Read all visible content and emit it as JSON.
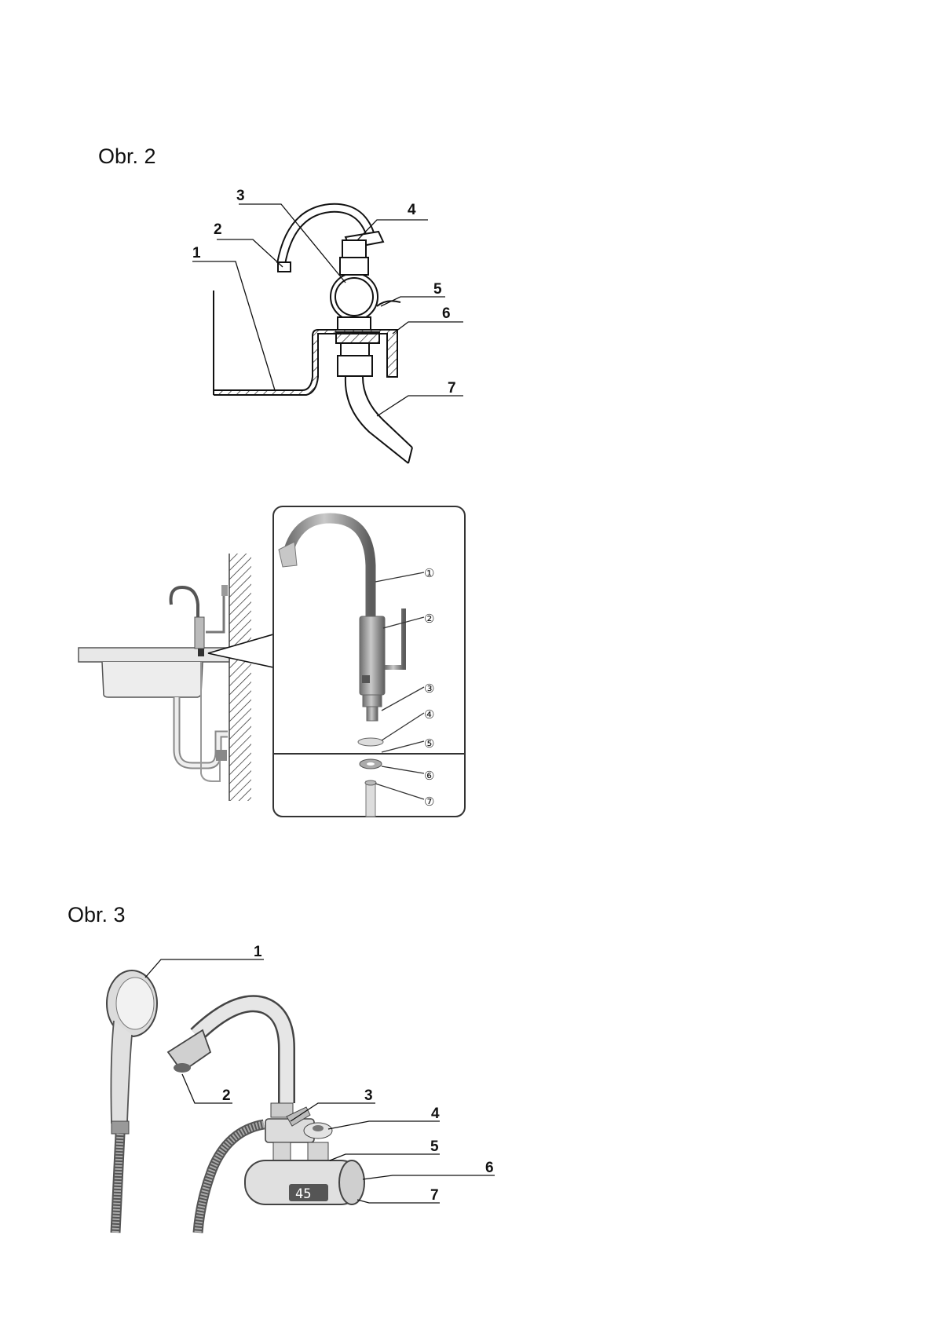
{
  "fig2": {
    "title": "Obr. 2",
    "callouts": [
      "1",
      "2",
      "3",
      "4",
      "5",
      "6",
      "7"
    ],
    "detail_callouts": [
      "①",
      "②",
      "③",
      "④",
      "⑤",
      "⑥",
      "⑦"
    ]
  },
  "fig3": {
    "title": "Obr. 3",
    "callouts": [
      "1",
      "2",
      "3",
      "4",
      "5",
      "6",
      "7"
    ],
    "display_value": "45"
  }
}
